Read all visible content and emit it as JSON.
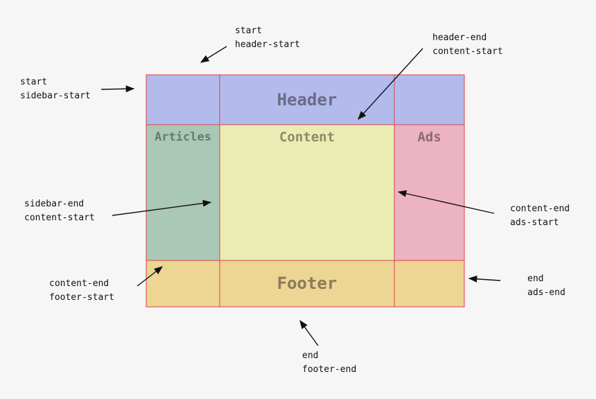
{
  "regions": {
    "header": {
      "label": "Header"
    },
    "articles": {
      "label": "Articles"
    },
    "content": {
      "label": "Content"
    },
    "ads": {
      "label": "Ads"
    },
    "footer": {
      "label": "Footer"
    }
  },
  "colors": {
    "header": "#b2bbec",
    "articles": "#aac8b6",
    "content": "#e9edb3",
    "ads": "#ecb3c3",
    "footer": "#edd593",
    "grid_lines": "#e0404a",
    "header_text": "#6b6b86",
    "articles_text": "#6b7a72",
    "content_text": "#8c8a6a",
    "ads_text": "#8a6a76",
    "footer_text": "#8c7a5a"
  },
  "annotations": {
    "top": {
      "line1": "start",
      "line2": "header-start"
    },
    "top_right": {
      "line1": "header-end",
      "line2": "content-start"
    },
    "left_top": {
      "line1": "start",
      "line2": "sidebar-start"
    },
    "left_mid": {
      "line1": "sidebar-end",
      "line2": "content-start"
    },
    "right_mid": {
      "line1": "content-end",
      "line2": "ads-start"
    },
    "left_bottom": {
      "line1": "content-end",
      "line2": "footer-start"
    },
    "right_bottom": {
      "line1": "end",
      "line2": "ads-end"
    },
    "bottom": {
      "line1": "end",
      "line2": "footer-end"
    }
  }
}
